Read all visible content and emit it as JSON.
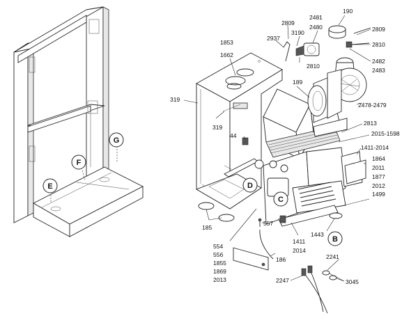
{
  "labels": {
    "l190": "190",
    "l2481": "2481",
    "l2480": "2480",
    "l2809a": "2809",
    "l3190": "3190",
    "l2937": "2937",
    "l2809b": "2809",
    "l2810a": "2810",
    "l2810b": "2810",
    "l2482": "2482",
    "l2483": "2483",
    "l1853": "1853",
    "l1662": "1662",
    "l189": "189",
    "l2478": "2478-2479",
    "l319a": "319",
    "l319b": "319",
    "l44": "44",
    "l2813": "2813",
    "l2015": "2015-1598",
    "l1411_2014": "1411-2014",
    "l1864": "1864",
    "l2011": "2011",
    "l1877": "1877",
    "l2012": "2012",
    "l1499": "1499",
    "l185": "185",
    "l557": "557",
    "l1443": "1443",
    "l1411": "1411",
    "l2014": "2014",
    "l554": "554",
    "l556": "556",
    "l1855": "1855",
    "l1869": "1869",
    "l2013": "2013",
    "l186": "186",
    "l2241": "2241",
    "l2247": "2247",
    "l3045": "3045"
  },
  "callouts": {
    "E": "E",
    "F": "F",
    "G": "G",
    "D": "D",
    "C": "C",
    "B": "B"
  }
}
